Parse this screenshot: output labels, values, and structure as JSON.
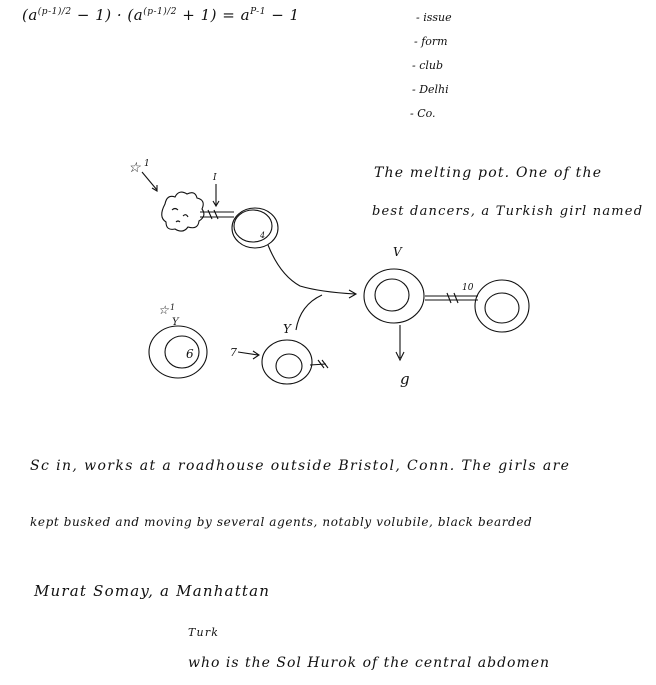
{
  "formula": {
    "left_base": "(a",
    "exp1": "(p-1)/2",
    "middle": " − 1) · (a",
    "exp2": "(p-1)/2",
    "right": " + 1) = a",
    "exp3": "P-1",
    "tail": " − 1"
  },
  "list": [
    "- issue",
    "- form",
    "- club",
    "- Delhi",
    "- Co."
  ],
  "diagram": {
    "labels": {
      "star_a": "☆",
      "star_a_num": "1",
      "arrow_top": "I",
      "node_top_num": "4",
      "node_mid_label": "V",
      "node_right_num": "10",
      "bottom_mark": "g",
      "star_b": "☆",
      "star_b_num": "1",
      "node_left_num": "6",
      "node_small_label": "Y",
      "small_left": "7"
    }
  },
  "notes": {
    "right_line1": "The melting pot. One of the",
    "right_line2": "best dancers, a Turkish girl named",
    "line1": "Sc in, works at a roadhouse outside Bristol, Conn. The girls are",
    "line2": "kept busked and moving by several agents, notably volubile, black bearded",
    "line3": "Murat Somay, a Manhattan",
    "line4": "Turk",
    "line5": "who is the Sol Hurok of the central abdomen"
  }
}
